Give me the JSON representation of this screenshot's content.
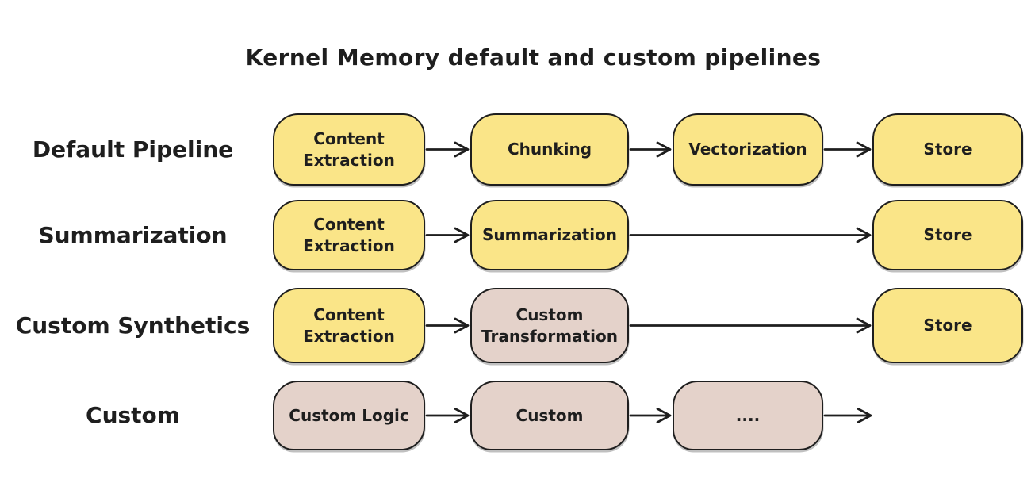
{
  "title": "Kernel Memory default and custom pipelines",
  "colors": {
    "yellow": "#FAE588",
    "tan": "#E4D2CA",
    "stroke": "#1E1E1E",
    "canvas": "#FFFFFF"
  },
  "rows": [
    {
      "label": "Default Pipeline",
      "nodes": [
        {
          "label": "Content Extraction",
          "fill": "yellow",
          "col": 0
        },
        {
          "label": "Chunking",
          "fill": "yellow",
          "col": 1
        },
        {
          "label": "Vectorization",
          "fill": "yellow",
          "col": 2
        },
        {
          "label": "Store",
          "fill": "yellow",
          "col": 3
        }
      ],
      "edges": [
        {
          "from": 0,
          "to": 1
        },
        {
          "from": 1,
          "to": 2
        },
        {
          "from": 2,
          "to": 3
        }
      ]
    },
    {
      "label": "Summarization",
      "nodes": [
        {
          "label": "Content Extraction",
          "fill": "yellow",
          "col": 0
        },
        {
          "label": "Summarization",
          "fill": "yellow",
          "col": 1
        },
        {
          "label": "Store",
          "fill": "yellow",
          "col": 3
        }
      ],
      "edges": [
        {
          "from": 0,
          "to": 1
        },
        {
          "from": 1,
          "to": 3
        }
      ]
    },
    {
      "label": "Custom Synthetics",
      "nodes": [
        {
          "label": "Content Extraction",
          "fill": "yellow",
          "col": 0
        },
        {
          "label": "Custom Transformation",
          "fill": "tan",
          "col": 1
        },
        {
          "label": "Store",
          "fill": "yellow",
          "col": 3
        }
      ],
      "edges": [
        {
          "from": 0,
          "to": 1
        },
        {
          "from": 1,
          "to": 3
        }
      ]
    },
    {
      "label": "Custom",
      "nodes": [
        {
          "label": "Custom Logic",
          "fill": "tan",
          "col": 0
        },
        {
          "label": "Custom",
          "fill": "tan",
          "col": 1
        },
        {
          "label": "....",
          "fill": "tan",
          "col": 2
        }
      ],
      "edges": [
        {
          "from": 0,
          "to": 1
        },
        {
          "from": 1,
          "to": 2
        },
        {
          "from": 2,
          "to": null
        }
      ]
    }
  ]
}
